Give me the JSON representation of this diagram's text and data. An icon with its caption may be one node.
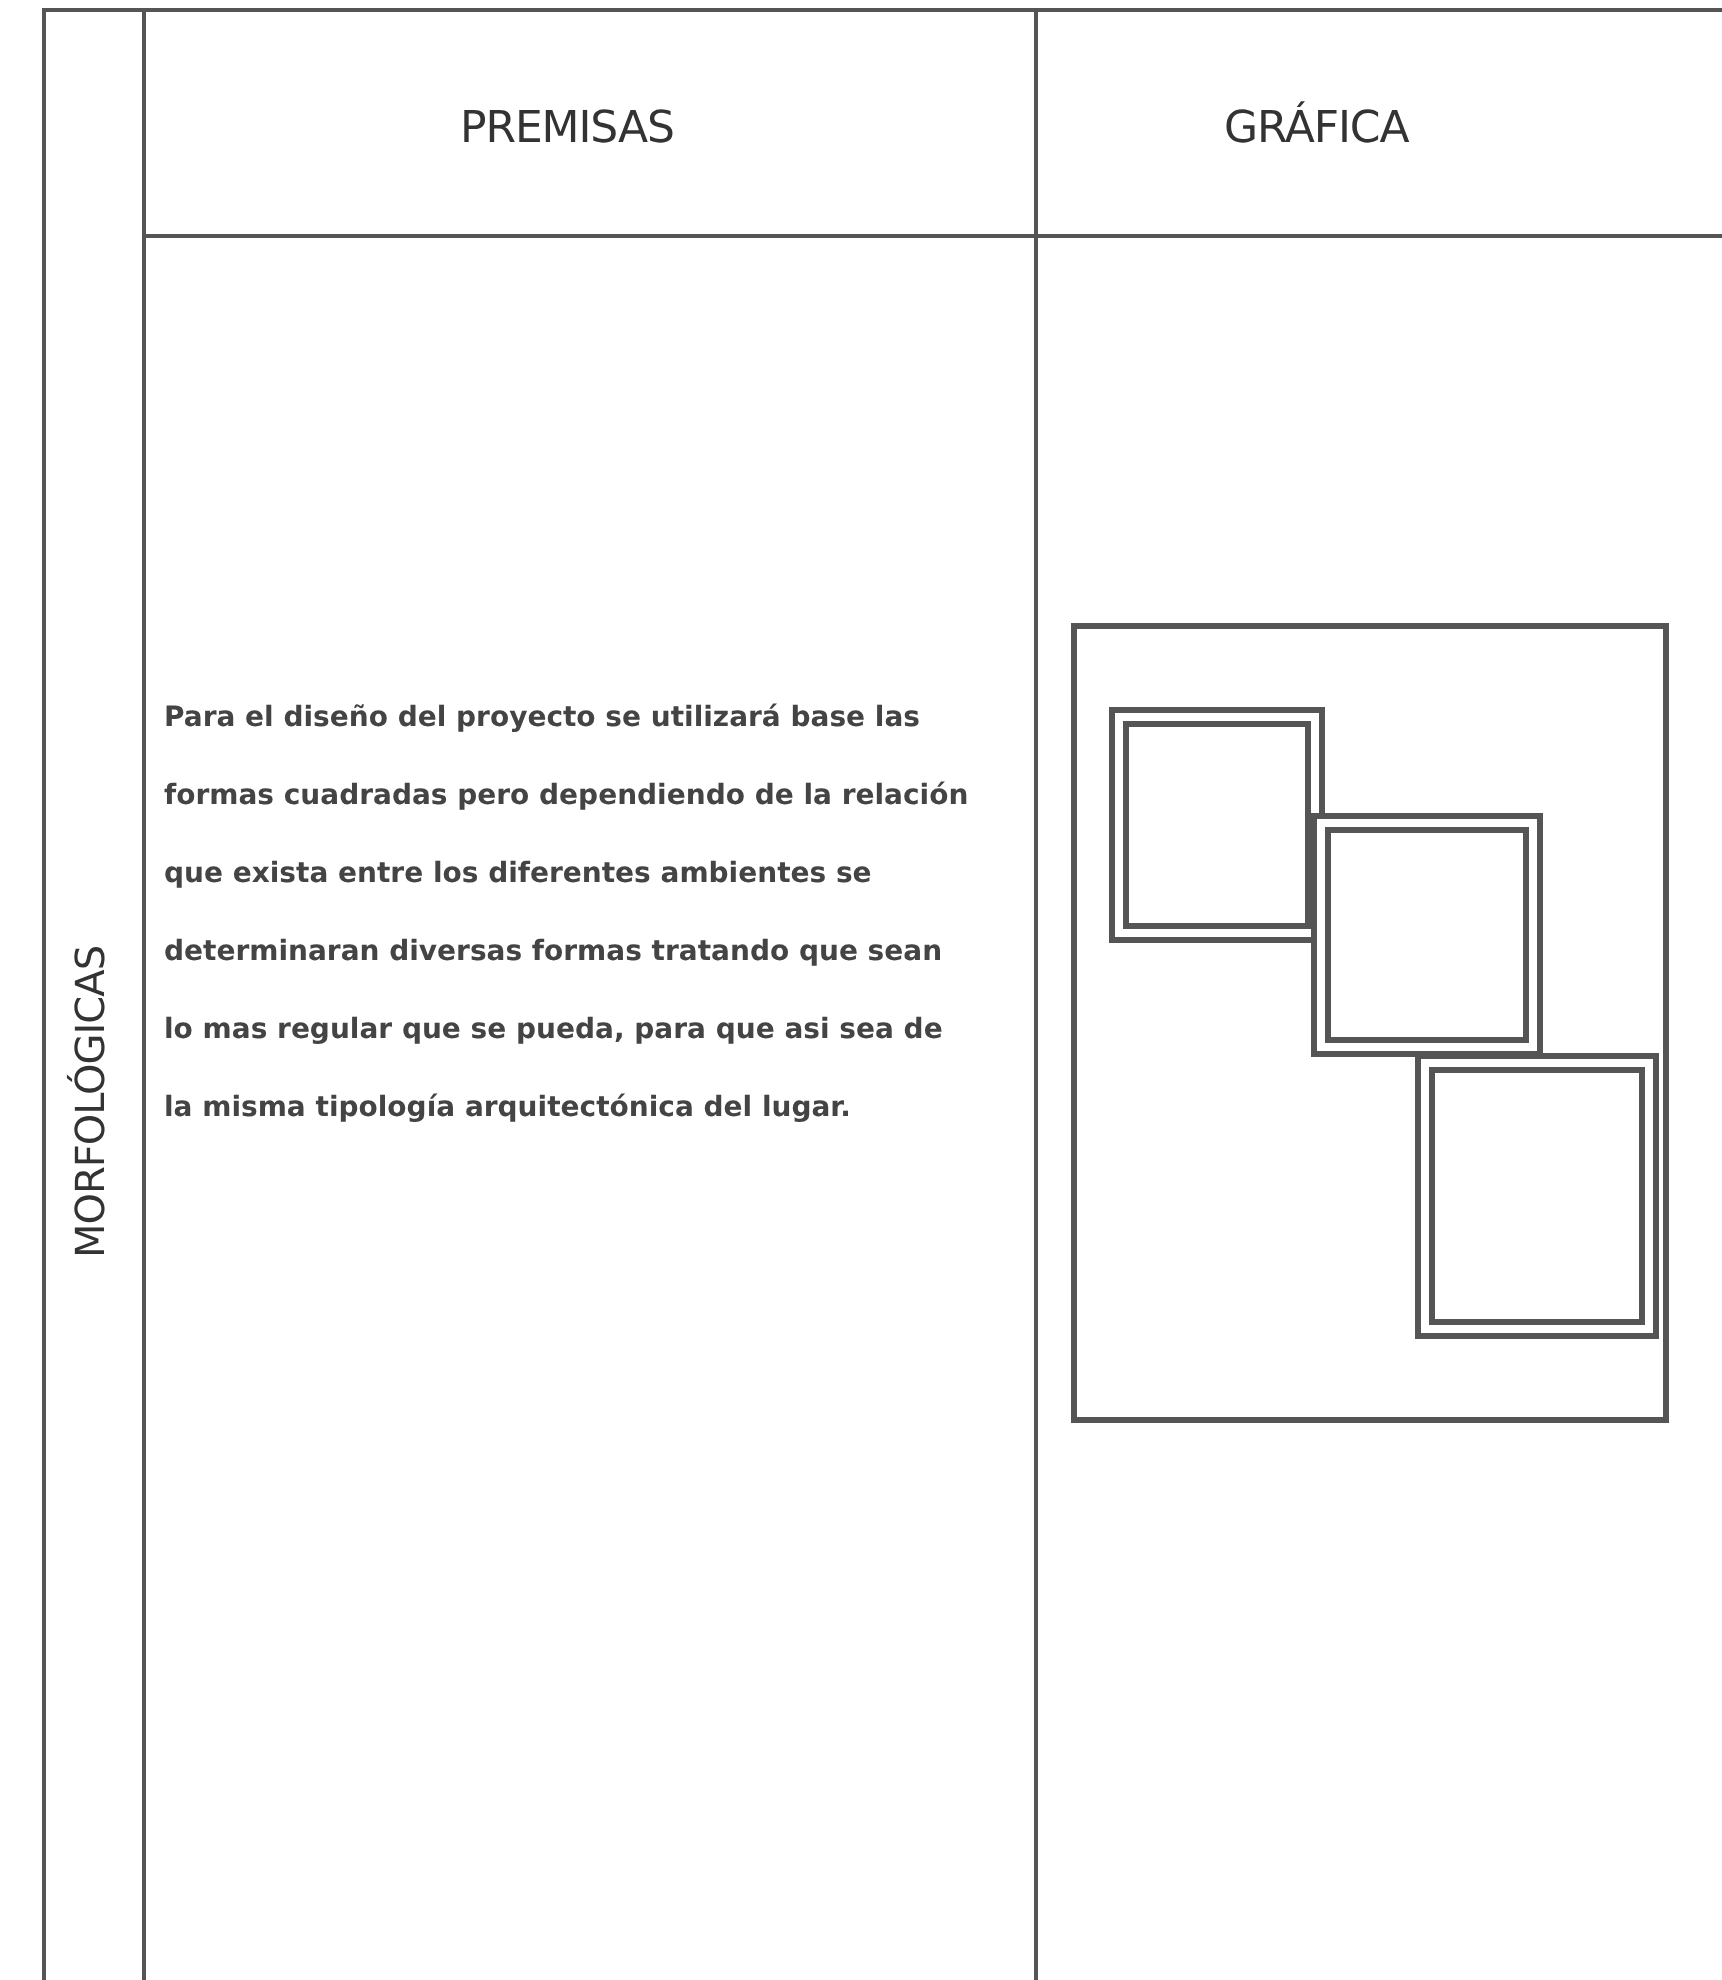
{
  "diagram": {
    "labels": [
      "PREMISAS",
      "GRÁFICA",
      "MORFOLÓGICAS",
      "Para el diseño del proyecto se utilizará base las formas cuadradas pero dependiendo de la relación que exista entre los diferentes ambientes se determinaran diversas formas tratando que sean lo mas regular que se pueda, para que asi sea de la misma tipología arquitectónica del lugar."
    ]
  }
}
